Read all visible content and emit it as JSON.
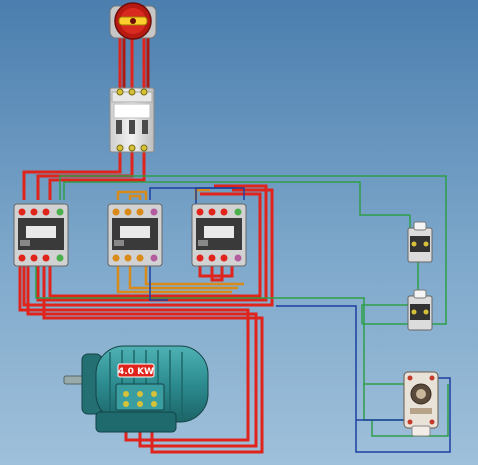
{
  "diagram": {
    "motor": {
      "rating_label": "4.0 KW"
    },
    "components": {
      "main_switch": "rotary-isolator-switch-icon",
      "circuit_breaker": "three-pole-circuit-breaker",
      "contactors": [
        "contactor-1",
        "contactor-2",
        "contactor-3"
      ],
      "push_buttons": [
        "push-button-1",
        "push-button-2"
      ],
      "timer_relay": "timer-relay",
      "motor": "three-phase-motor"
    },
    "colors": {
      "power_wire": "#e0241b",
      "control_wire_green": "#2e9e4a",
      "control_wire_blue": "#1d3fa0",
      "control_wire_orange": "#d98a18",
      "motor_body": "#2f8f93",
      "background": "#5e8db6"
    }
  }
}
